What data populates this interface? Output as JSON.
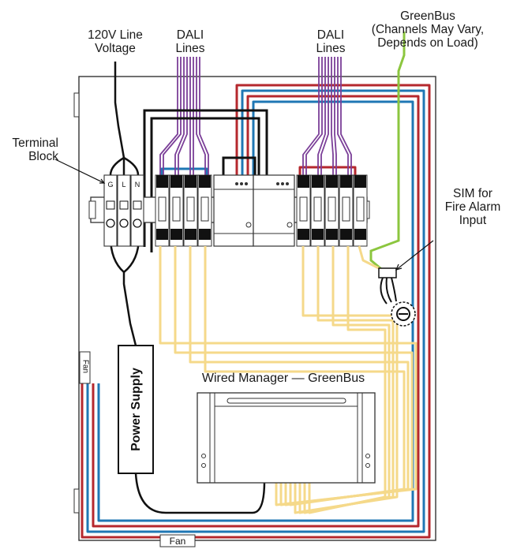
{
  "labels": {
    "line_voltage": [
      "120V Line",
      "Voltage"
    ],
    "dali_left": [
      "DALI",
      "Lines"
    ],
    "dali_right": [
      "DALI",
      "Lines"
    ],
    "greenbus": [
      "GreenBus",
      "(Channels May Vary,",
      "Depends on Load)"
    ],
    "terminal_block": [
      "Terminal",
      "Block"
    ],
    "sim": [
      "SIM for",
      "Fire Alarm",
      "Input"
    ],
    "wired_manager": "Wired Manager — GreenBus",
    "power_supply": "Power Supply",
    "fan_side": "Fan",
    "fan_bottom": "Fan",
    "terminal_letters": [
      "G",
      "L",
      "N"
    ]
  },
  "colors": {
    "dali": "#7b3f98",
    "greenbus": "#8cc63f",
    "red_wire": "#b5282e",
    "blue_wire": "#1f77b4",
    "yellow_wire": "#f5d98a",
    "black_wire": "#111111",
    "enclosure": "#333333"
  }
}
